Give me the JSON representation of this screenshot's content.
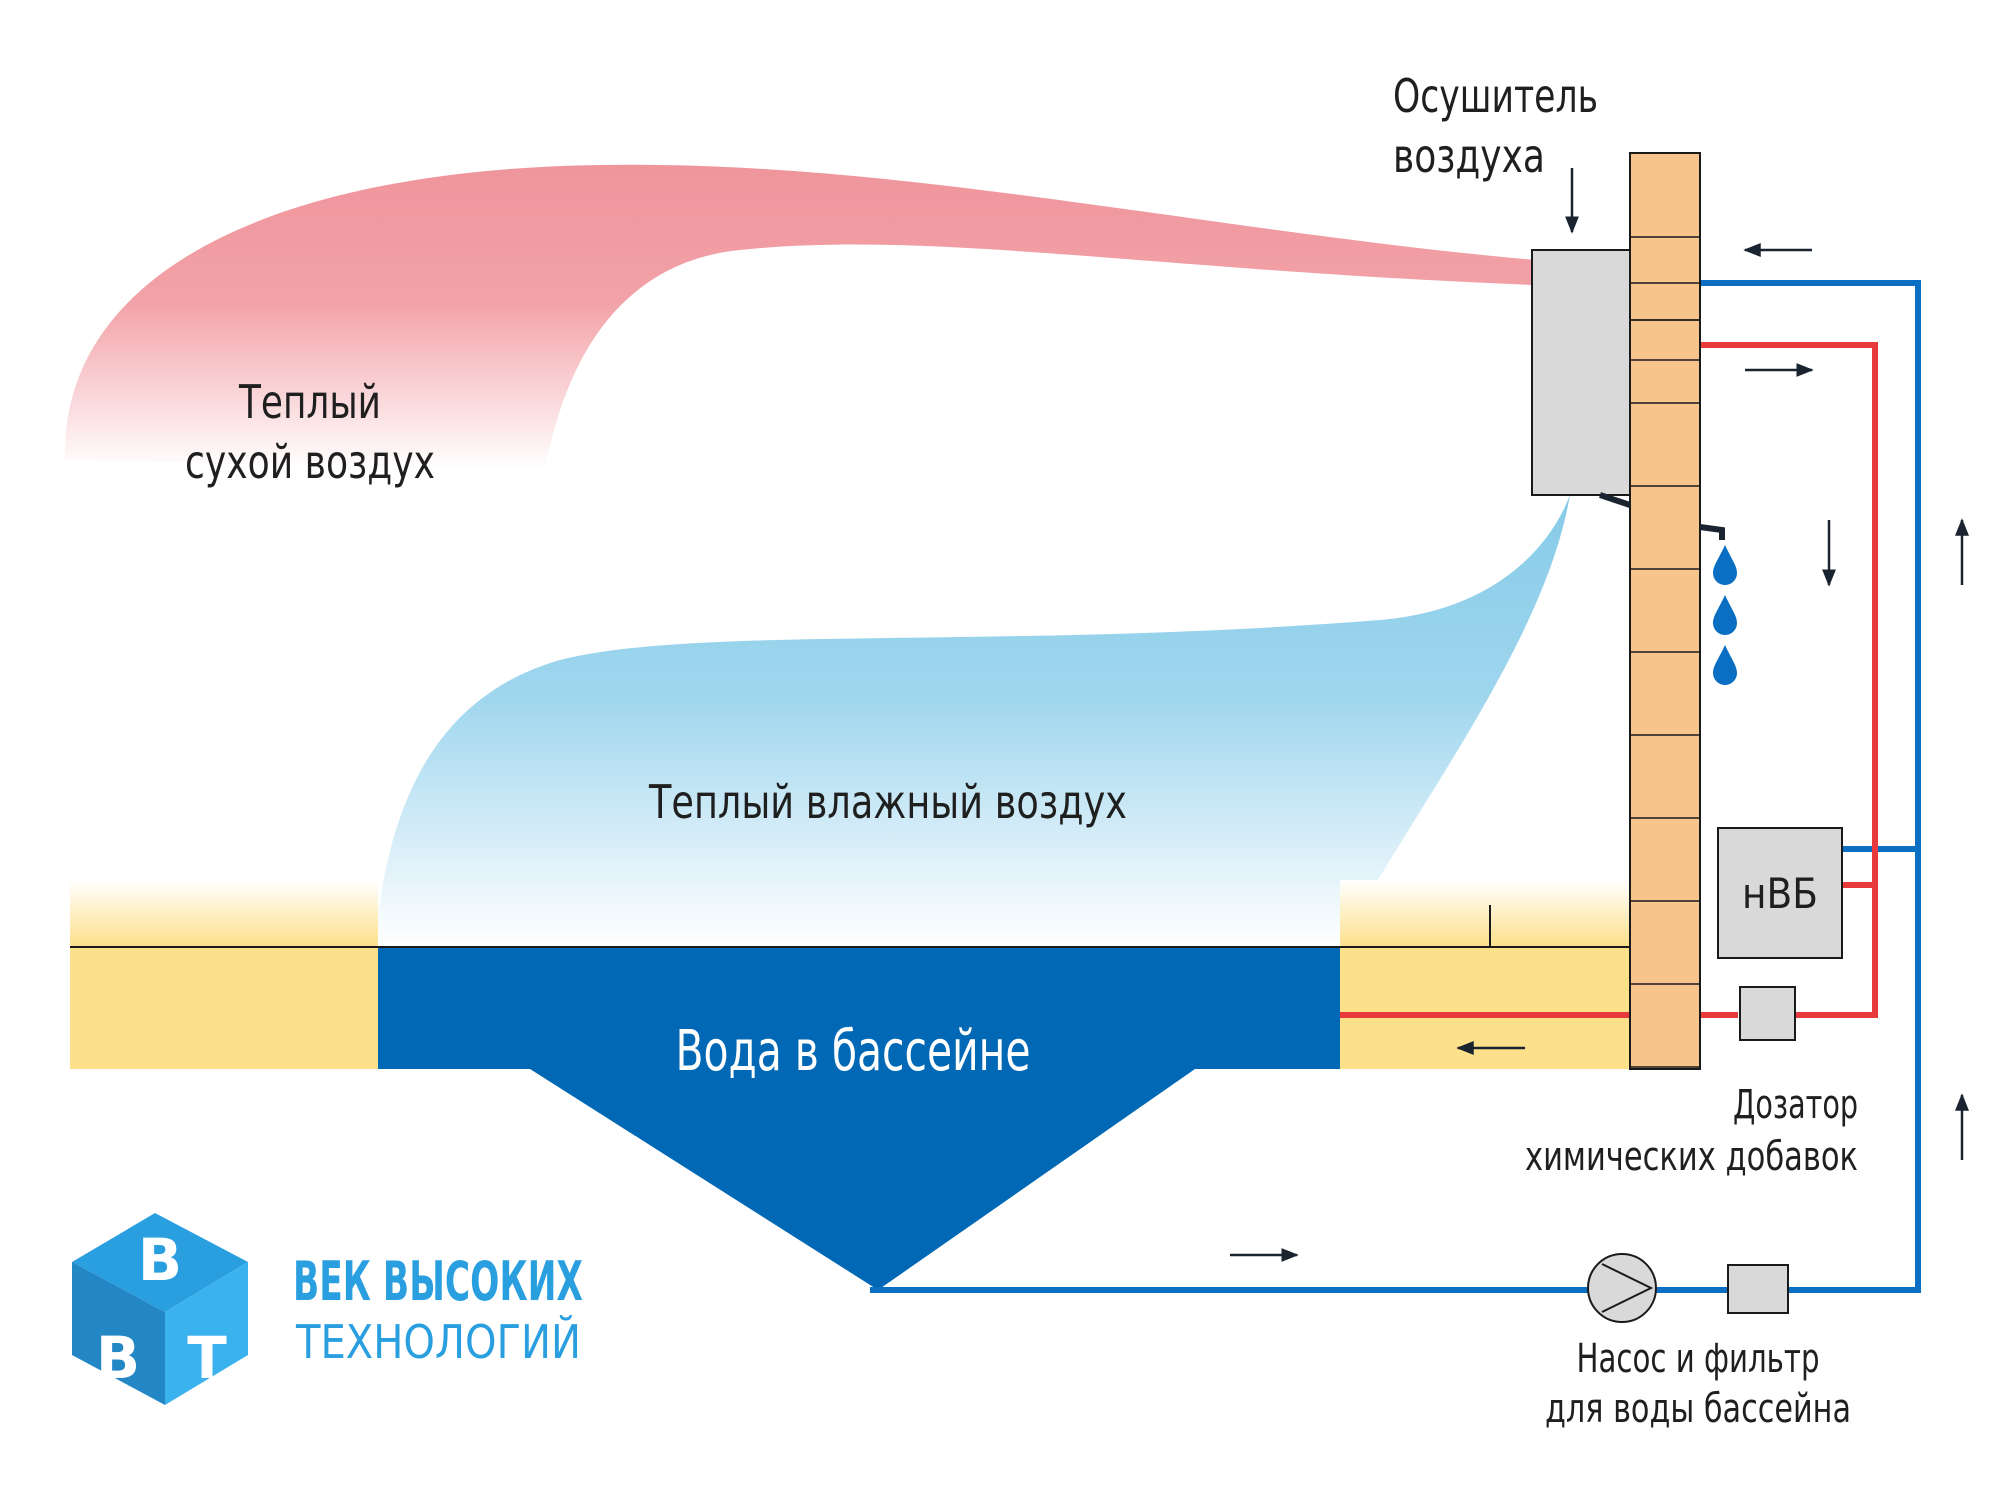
{
  "labels": {
    "dehumidifier": [
      "Осушитель",
      "воздуха"
    ],
    "warm_dry_air": [
      "Теплый",
      "сухой воздух"
    ],
    "warm_humid_air": "Теплый влажный воздух",
    "pool_water": "Вода в бассейне",
    "heat_exchanger": "нВБ",
    "dosing": [
      "Дозатор",
      "химических добавок"
    ],
    "pump_filter": [
      "Насос и фильтр",
      "для воды бассейна"
    ]
  },
  "logo": {
    "line1": "ВЕК ВЫСОКИХ",
    "line2": "ТЕХНОЛОГИЙ",
    "cube_letters": [
      "В",
      "В",
      "Т"
    ]
  },
  "colors": {
    "dry_air": "#f0a0a6",
    "humid_air": "#8fd0ea",
    "pool_water": "#0068b4",
    "deck": "#fde08a",
    "wall": "#f7c58c",
    "cold_pipe": "#0a6fc2",
    "hot_pipe": "#e8393d",
    "droplet": "#0a6fc2",
    "equipment": "#d9d9d9",
    "logo_blue": "#2a9fe0"
  }
}
